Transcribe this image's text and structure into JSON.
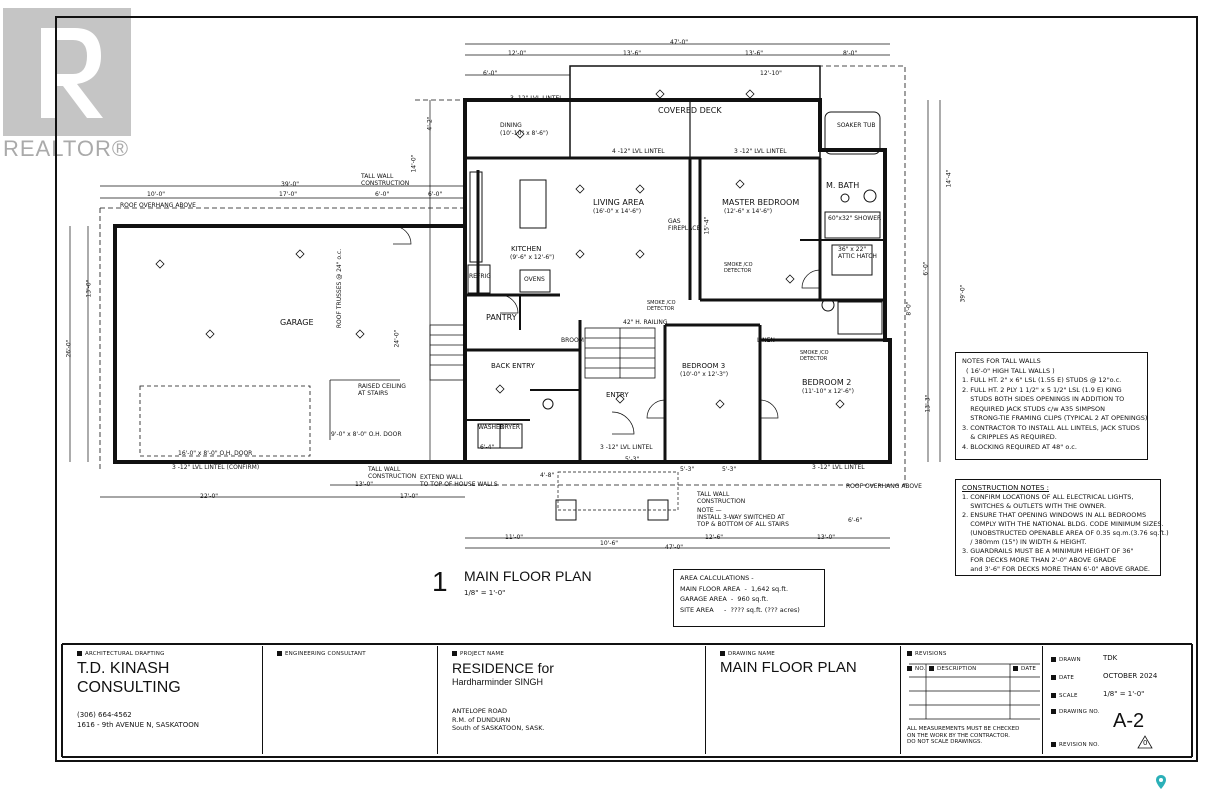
{
  "watermark": {
    "text": "REALTOR®",
    "icon": "realtor-r-logo"
  },
  "pin_icon": "map-pin-icon",
  "plan": {
    "dims_top": [
      "47'-0\"",
      "12'-0\"",
      "13'-6\"",
      "13'-6\"",
      "8'-0\"",
      "6'-0\"",
      "12'-10\"",
      "39'-0\"",
      "10'-0\"",
      "17'-0\"",
      "6'-0\"",
      "6'-0\""
    ],
    "dims_bottom": [
      "22'-0\"",
      "17'-0\"",
      "13'-0\"",
      "11'-0\"",
      "10'-6\"",
      "12'-6\"",
      "13'-0\"",
      "47'-0\"",
      "6'-6\"",
      "6'-4\"",
      "5'-3\"",
      "5'-3\"",
      "5'-3\"",
      "4'-8\""
    ],
    "dims_side": [
      "26'-0\"",
      "13'-0\"",
      "14'-4\"",
      "39'-0\"",
      "6'-0\"",
      "13'-3\"",
      "4'-2\"",
      "14'-0\"",
      "15'-4\"",
      "24'-0\"",
      "8'-0\""
    ],
    "rooms": {
      "garage": "GARAGE",
      "dining": "DINING",
      "dining_size": "(10'-10\" x 8'-6\")",
      "living": "LIVING AREA",
      "living_size": "(16'-0\" x 14'-6\")",
      "covered_deck": "COVERED DECK",
      "master": "MASTER BEDROOM",
      "master_size": "(12'-6\" x 14'-6\")",
      "mbath": "M. BATH",
      "kitchen": "KITCHEN",
      "kitchen_size": "(9'-6\" x 12'-6\")",
      "pantry": "PANTRY",
      "back_entry": "BACK ENTRY",
      "entry": "ENTRY",
      "bedroom3": "BEDROOM 3",
      "bedroom3_size": "(10'-0\" x 12'-3\")",
      "bedroom2": "BEDROOM 2",
      "bedroom2_size": "(11'-10\" x 12'-6\")"
    },
    "labels": {
      "roof_overhang_left": "ROOF OVERHANG ABOVE",
      "roof_overhang_right": "ROOF OVERHANG ABOVE",
      "tall_wall": "TALL WALL\nCONSTRUCTION",
      "roof_trusses": "ROOF TRUSSES @ 24\" o.c.",
      "raised_ceiling": "RAISED CEILING\nAT STAIRS",
      "garage_door": "16'-0\" x 8'-0\" O.H. DOOR",
      "oh_door": "9'-0\" x 8'-0\" O.H. DOOR",
      "lintel_confirm": "3 -12\" LVL LINTEL (CONFIRM)",
      "lvl_lintel": "3 -12\" LVL LINTEL",
      "lintel_4": "4 -12\" LVL LINTEL",
      "soaker": "SOAKER TUB",
      "shower": "60\"x32\" SHOWER",
      "attic_hatch": "36\" x 22\"\nATTIC HATCH",
      "gas_fireplace": "GAS\nFIREPLACE",
      "h_railing": "42\" H. RAILING",
      "linen": "LINEN",
      "broom": "BROOM",
      "ovens": "OVENS",
      "refrig": "REFRIG",
      "washer": "WASHER",
      "dryer": "DRYER",
      "note_3way": "NOTE —\nINSTALL 3-WAY SWITCHED AT\nTOP & BOTTOM OF ALL STAIRS",
      "extend_wall": "EXTEND WALL\nTO TOP OF HOUSE WALLS",
      "smoke": "SMOKE /CO\nDETECTOR"
    },
    "drawing_number_label": "1",
    "drawing_title": "MAIN FLOOR PLAN",
    "drawing_scale": "1/8\" = 1'-0\""
  },
  "tall_walls_notes": {
    "title": "NOTES FOR TALL WALLS",
    "subtitle": "( 16'-0\" HIGH TALL WALLS )",
    "items": [
      "1. FULL HT. 2\" x 6\" LSL (1.55 E) STUDS @ 12\"o.c.",
      "2. FULL HT. 2 PLY 1 1/2\" x 5 1/2\" LSL (1.9 E) KING",
      "    STUDS BOTH SIDES OPENINGS IN ADDITION TO",
      "    REQUIRED JACK STUDS c/w A35 SIMPSON",
      "    STRONG-TIE FRAMING CLIPS (TYPICAL 2 AT OPENINGS)",
      "3. CONTRACTOR TO INSTALL ALL LINTELS, JACK STUDS",
      "    & CRIPPLES AS REQUIRED.",
      "4. BLOCKING REQUIRED AT 48\" o.c."
    ]
  },
  "construction_notes": {
    "title": "CONSTRUCTION NOTES :",
    "items": [
      "1. CONFIRM LOCATIONS OF ALL ELECTRICAL LIGHTS,",
      "    SWITCHES & OUTLETS WITH THE OWNER.",
      "2. ENSURE THAT OPENING WINDOWS IN ALL BEDROOMS",
      "    COMPLY WITH THE NATIONAL BLDG. CODE MINIMUM SIZES.",
      "    (UNOBSTRUCTED OPENABLE AREA OF 0.35 sq.m.(3.76 sq.ft.)",
      "    / 380mm (15\") IN WIDTH & HEIGHT.",
      "3. GUARDRAILS MUST BE A MINIMUM HEIGHT OF 36\"",
      "    FOR DECKS MORE THAN 2'-0\" ABOVE GRADE",
      "    and 3'-6\" FOR DECKS MORE THAN 6'-0\" ABOVE GRADE."
    ]
  },
  "area_calculations": {
    "title": "AREA CALCULATIONS -",
    "rows": [
      "MAIN FLOOR AREA  -  1,642 sq.ft.",
      "GARAGE AREA  -  960 sq.ft.",
      "SITE AREA     -  ???? sq.ft. (??? acres)"
    ]
  },
  "title_block": {
    "arch_header": "ARCHITECTURAL DRAFTING",
    "firm_line1": "T.D. KINASH",
    "firm_line2": "CONSULTING",
    "firm_phone": "(306)  664-4562",
    "firm_address": "1616  -  9th AVENUE N,  SASKATOON",
    "eng_header": "ENGINEERING CONSULTANT",
    "project_header": "PROJECT NAME",
    "project_name": "RESIDENCE for",
    "project_client": "Hardharminder SINGH",
    "project_addr1": "ANTELOPE ROAD",
    "project_addr2": "R.M. of DUNDURN",
    "project_addr3": "South of SASKATOON, SASK.",
    "drawing_header": "DRAWING NAME",
    "drawing_name": "MAIN FLOOR PLAN",
    "revisions_header": "REVISIONS",
    "rev_no": "NO.",
    "rev_desc": "DESCRIPTION",
    "rev_date": "DATE",
    "rev_note": "ALL MEASUREMENTS MUST BE CHECKED\nON THE WORK BY THE CONTRACTOR.\nDO NOT SCALE DRAWINGS.",
    "drawn_label": "DRAWN",
    "drawn_value": "TDK",
    "date_label": "DATE",
    "date_value": "OCTOBER 2024",
    "scale_label": "SCALE",
    "scale_value": "1/8\" = 1'-0\"",
    "drawing_no_label": "DRAWING NO.",
    "drawing_no_value": "A-2",
    "revision_no_label": "REVISION NO.",
    "revision_no_value": "0"
  }
}
